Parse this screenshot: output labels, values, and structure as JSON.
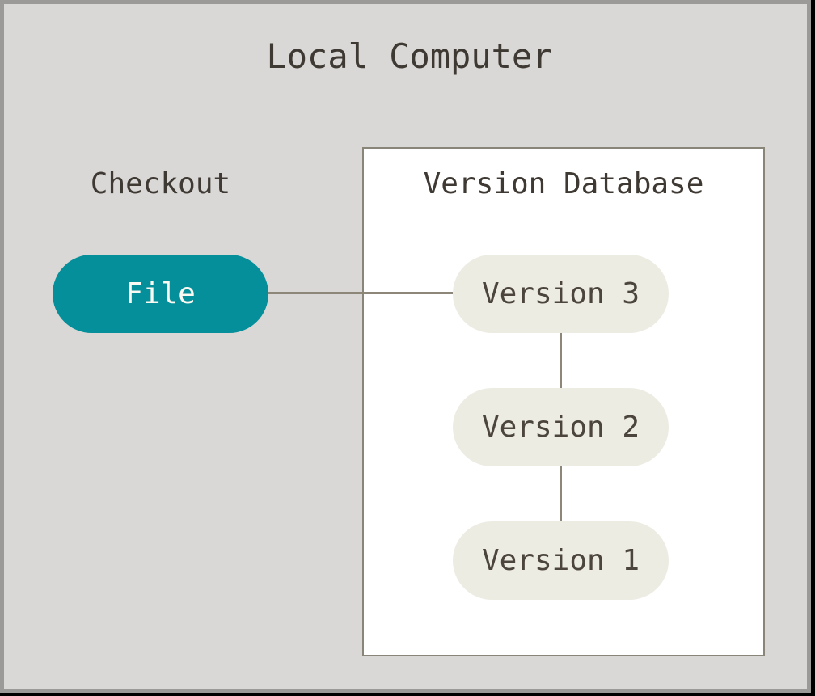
{
  "colors": {
    "background": "#d9d8d6",
    "frame_border": "#9b9a98",
    "shadow": "#000000",
    "box_bg": "#ffffff",
    "box_border": "#8a8579",
    "connector": "#8d8779",
    "teal_node": "#058f9a",
    "node_text_light": "#fafaf2",
    "version_node_bg": "#edece3",
    "text_dark": "#3f3933",
    "version_text": "#4b453d"
  },
  "diagram": {
    "title": "Local Computer",
    "checkout_label": "Checkout",
    "file_node_label": "File",
    "version_database": {
      "title": "Version Database",
      "versions": [
        "Version 3",
        "Version 2",
        "Version 1"
      ]
    }
  }
}
